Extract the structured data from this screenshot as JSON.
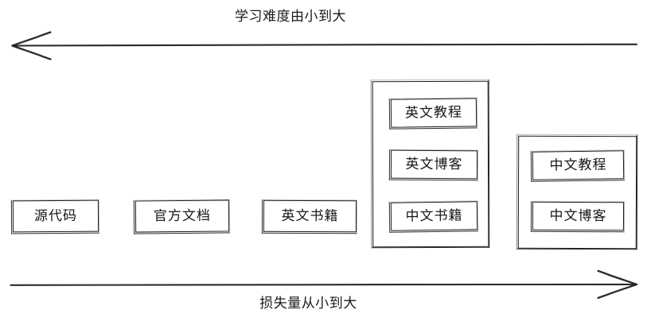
{
  "diagram": {
    "top_axis": {
      "label": "学习难度由小到大",
      "direction": "left",
      "arrow_icon": "arrow-left-icon"
    },
    "bottom_axis": {
      "label": "损失量从小到大",
      "direction": "right",
      "arrow_icon": "arrow-right-icon"
    },
    "standalone_nodes": [
      {
        "label": "源代码"
      },
      {
        "label": "官方文档"
      },
      {
        "label": "英文书籍"
      }
    ],
    "groups": [
      {
        "name": "english-group",
        "items": [
          {
            "label": "英文教程"
          },
          {
            "label": "英文博客"
          },
          {
            "label": "中文书籍"
          }
        ]
      },
      {
        "name": "chinese-group",
        "items": [
          {
            "label": "中文教程"
          },
          {
            "label": "中文博客"
          }
        ]
      }
    ],
    "colors": {
      "stroke": "#1b1b1b",
      "text": "#161616",
      "background": "#ffffff"
    }
  }
}
